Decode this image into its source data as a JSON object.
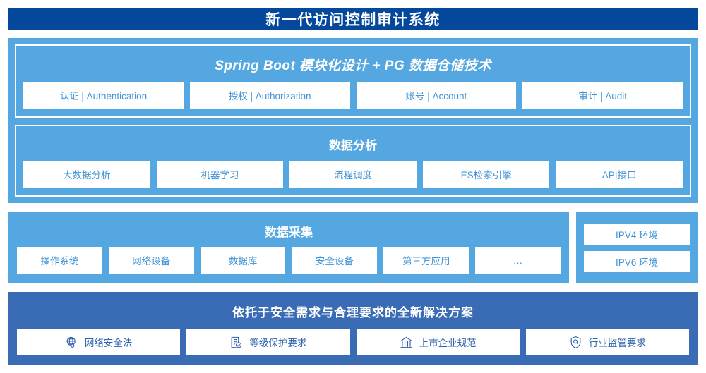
{
  "header": {
    "title": "新一代访问控制审计系统"
  },
  "colors": {
    "header_bg": "#04489b",
    "panel_bg": "#54a7e0",
    "bottom_bg": "#3a6bb5",
    "card_text": "#3f93d6",
    "bottom_card_text": "#2f63ae",
    "card_bg": "#ffffff"
  },
  "platform": {
    "title": "Spring Boot 模块化设计 + PG 数据仓储技术",
    "cards": [
      {
        "label": "认证 | Authentication"
      },
      {
        "label": "授权 | Authorization"
      },
      {
        "label": "账号 | Account"
      },
      {
        "label": "审计 | Audit"
      }
    ]
  },
  "analysis": {
    "title": "数据分析",
    "cards": [
      {
        "label": "大数据分析"
      },
      {
        "label": "机器学习"
      },
      {
        "label": "流程调度"
      },
      {
        "label": "ES检索引擎"
      },
      {
        "label": "API接口"
      }
    ]
  },
  "collection": {
    "title": "数据采集",
    "cards": [
      {
        "label": "操作系统"
      },
      {
        "label": "网络设备"
      },
      {
        "label": "数据库"
      },
      {
        "label": "安全设备"
      },
      {
        "label": "第三方应用"
      },
      {
        "label": "…"
      }
    ]
  },
  "environment": {
    "cards": [
      {
        "label": "IPV4 环境"
      },
      {
        "label": "IPV6 环境"
      }
    ]
  },
  "solutions": {
    "title": "依托于安全需求与合理要求的全新解决方案",
    "cards": [
      {
        "label": "网络安全法",
        "icon": "globe-network-icon"
      },
      {
        "label": "等级保护要求",
        "icon": "document-check-icon"
      },
      {
        "label": "上市企业规范",
        "icon": "bank-building-icon"
      },
      {
        "label": "行业监管要求",
        "icon": "shield-search-icon"
      }
    ]
  }
}
